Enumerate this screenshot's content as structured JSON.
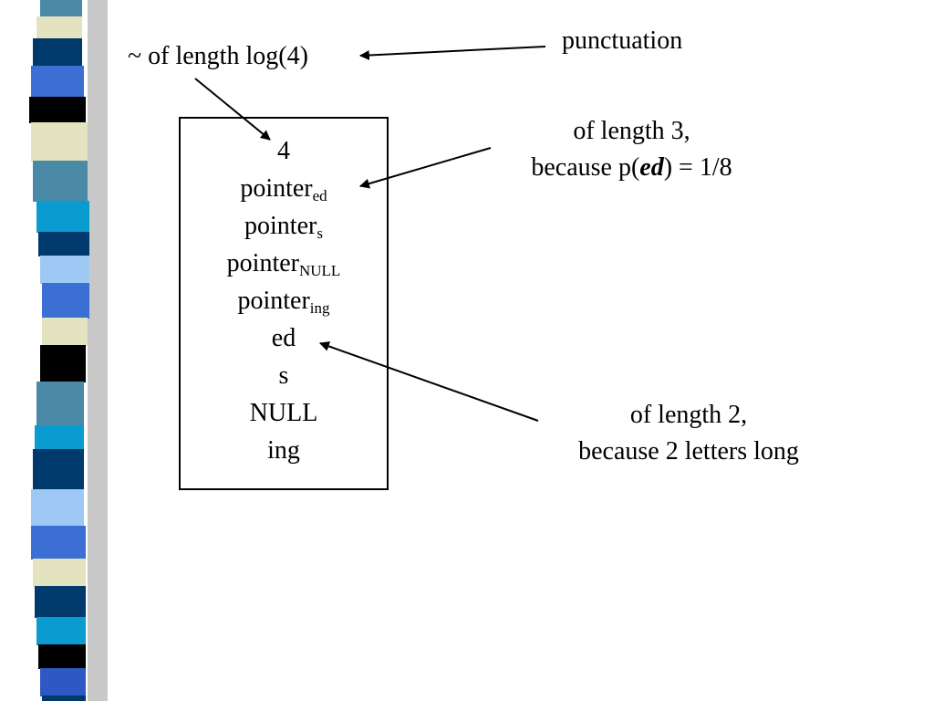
{
  "background_color": "#ffffff",
  "stripe_colors": [
    "#4a8aa6",
    "#00396b",
    "#3b6fd4",
    "#000000",
    "#e3e3bf",
    "#0a9cd1",
    "#9ec9f5",
    "#2e58c4"
  ],
  "box": {
    "lines": [
      {
        "text": "4",
        "sub": ""
      },
      {
        "text": "pointer",
        "sub": "ed"
      },
      {
        "text": "pointer",
        "sub": "s"
      },
      {
        "text": "pointer",
        "sub": "NULL"
      },
      {
        "text": "pointer",
        "sub": "ing"
      },
      {
        "text": "ed",
        "sub": ""
      },
      {
        "text": "s",
        "sub": ""
      },
      {
        "text": "NULL",
        "sub": ""
      },
      {
        "text": "ing",
        "sub": ""
      }
    ]
  },
  "annotations": {
    "top_left": "~ of length log(4)",
    "top_right": "punctuation",
    "middle_right_line1": "of length 3,",
    "middle_right_line2_prefix": "because p(",
    "middle_right_line2_emph": "ed",
    "middle_right_line2_suffix": ") = 1/8",
    "bottom_right_line1": "of length 2,",
    "bottom_right_line2": "because 2 letters long"
  }
}
